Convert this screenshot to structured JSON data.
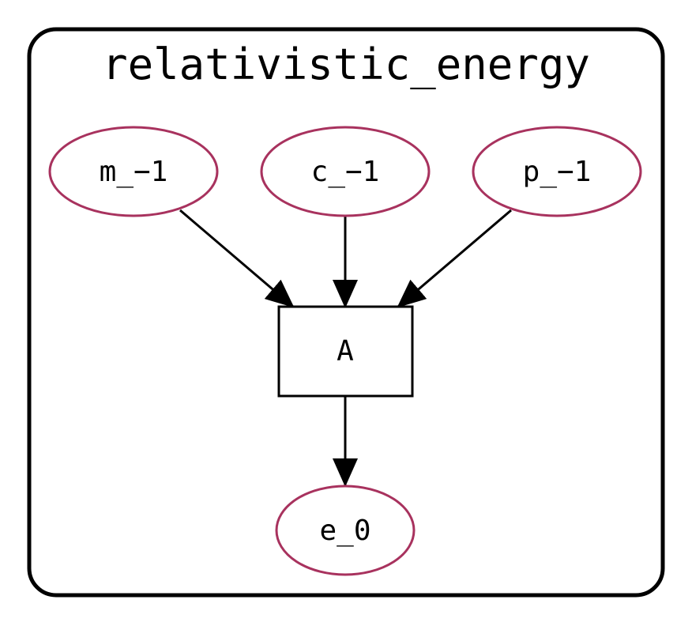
{
  "colors": {
    "background": "#ffffff",
    "cluster_border": "#000000",
    "variable_node_stroke": "#a8325e",
    "operator_node_stroke": "#000000",
    "edge": "#000000",
    "text": "#000000"
  },
  "cluster": {
    "title": "relativistic_energy"
  },
  "nodes": {
    "m": {
      "label": "m_−1",
      "shape": "ellipse"
    },
    "c": {
      "label": "c_−1",
      "shape": "ellipse"
    },
    "p": {
      "label": "p_−1",
      "shape": "ellipse"
    },
    "A": {
      "label": "A",
      "shape": "box"
    },
    "e": {
      "label": "e_0",
      "shape": "ellipse"
    }
  },
  "edges": [
    {
      "from": "m",
      "to": "A"
    },
    {
      "from": "c",
      "to": "A"
    },
    {
      "from": "p",
      "to": "A"
    },
    {
      "from": "A",
      "to": "e"
    }
  ]
}
